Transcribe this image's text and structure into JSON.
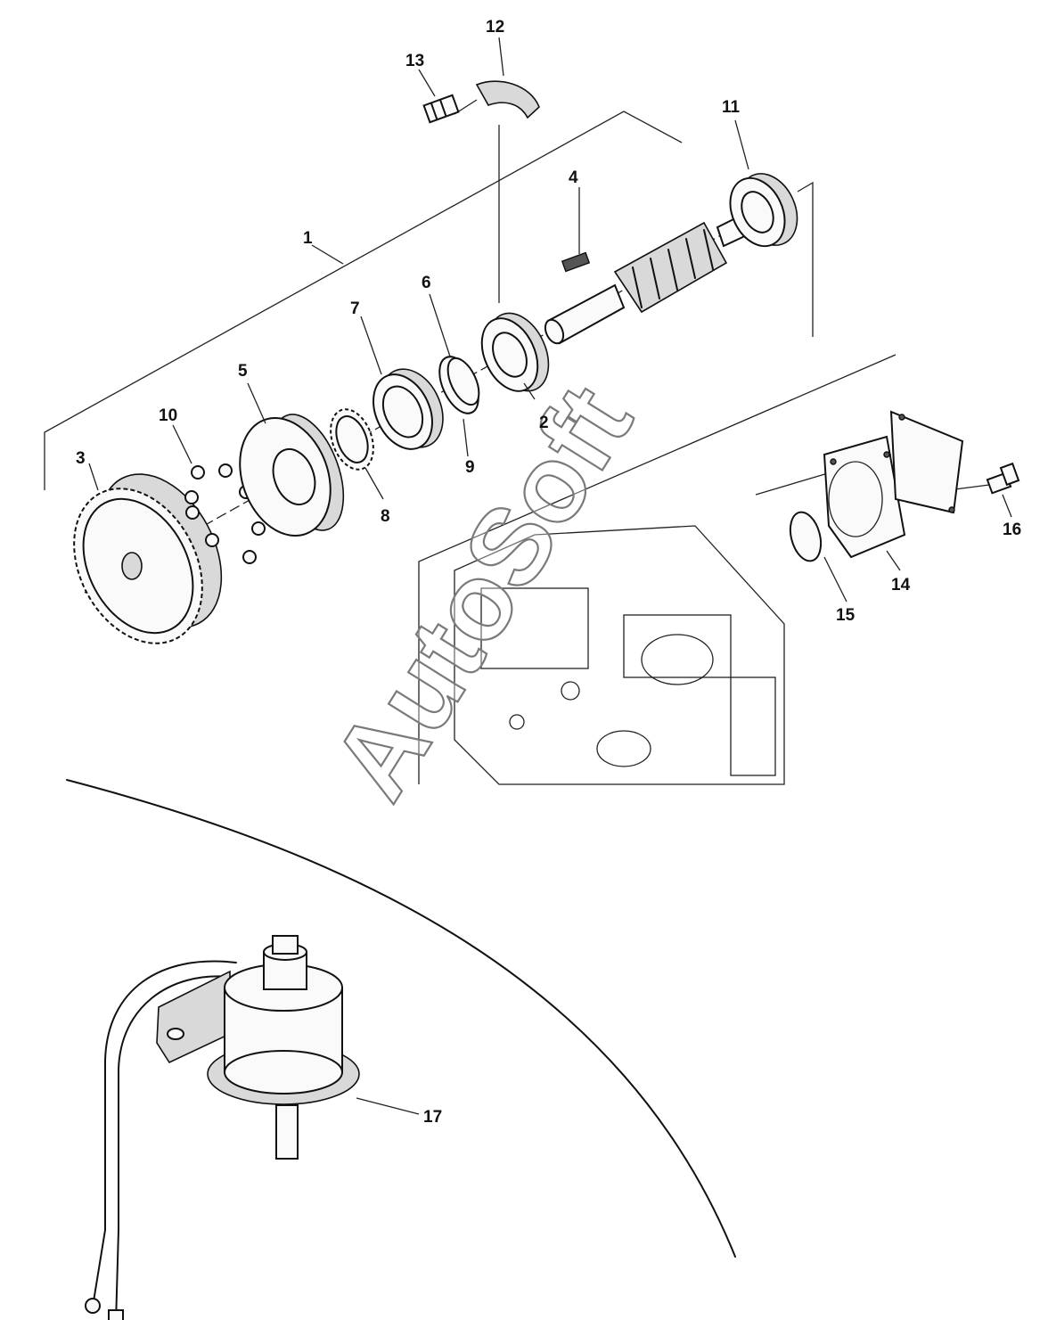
{
  "watermark": "AutoSoft",
  "callouts": [
    {
      "id": "1",
      "text": "1"
    },
    {
      "id": "2",
      "text": "2"
    },
    {
      "id": "3",
      "text": "3"
    },
    {
      "id": "4",
      "text": "4"
    },
    {
      "id": "5",
      "text": "5"
    },
    {
      "id": "6",
      "text": "6"
    },
    {
      "id": "7",
      "text": "7"
    },
    {
      "id": "8",
      "text": "8"
    },
    {
      "id": "9",
      "text": "9"
    },
    {
      "id": "10",
      "text": "10"
    },
    {
      "id": "11",
      "text": "11"
    },
    {
      "id": "12",
      "text": "12"
    },
    {
      "id": "13",
      "text": "13"
    },
    {
      "id": "14",
      "text": "14"
    },
    {
      "id": "15",
      "text": "15"
    },
    {
      "id": "16",
      "text": "16"
    },
    {
      "id": "17",
      "text": "17"
    }
  ]
}
